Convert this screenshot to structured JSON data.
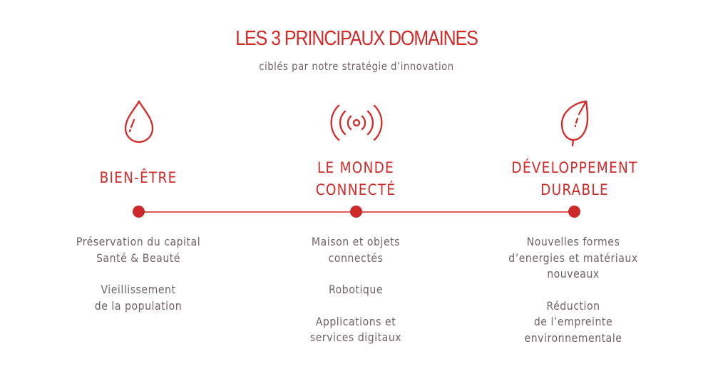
{
  "header": {
    "title": "LES 3 PRINCIPAUX DOMAINES",
    "subtitle": "ciblés par notre stratégie d’innovation"
  },
  "colors": {
    "accent": "#d42a27",
    "text": "#6e6462",
    "line": "#e05a57"
  },
  "domains": [
    {
      "icon": "water-drop-icon",
      "heading_lines": [
        "BIEN-ÊTRE"
      ],
      "items": [
        [
          "Préservation du capital",
          "Santé & Beauté"
        ],
        [
          "Vieillissement",
          "de la population"
        ]
      ]
    },
    {
      "icon": "wireless-signal-icon",
      "heading_lines": [
        "LE MONDE",
        "CONNECTÉ"
      ],
      "items": [
        [
          "Maison et objets",
          "connectés"
        ],
        [
          "Robotique"
        ],
        [
          "Applications et",
          "services digitaux"
        ]
      ]
    },
    {
      "icon": "leaf-icon",
      "heading_lines": [
        "DÉVELOPPEMENT",
        "DURABLE"
      ],
      "items": [
        [
          "Nouvelles formes",
          "d’energies et matériaux",
          "nouveaux"
        ],
        [
          "Réduction",
          "de l’empreinte",
          "environnementale"
        ]
      ]
    }
  ]
}
